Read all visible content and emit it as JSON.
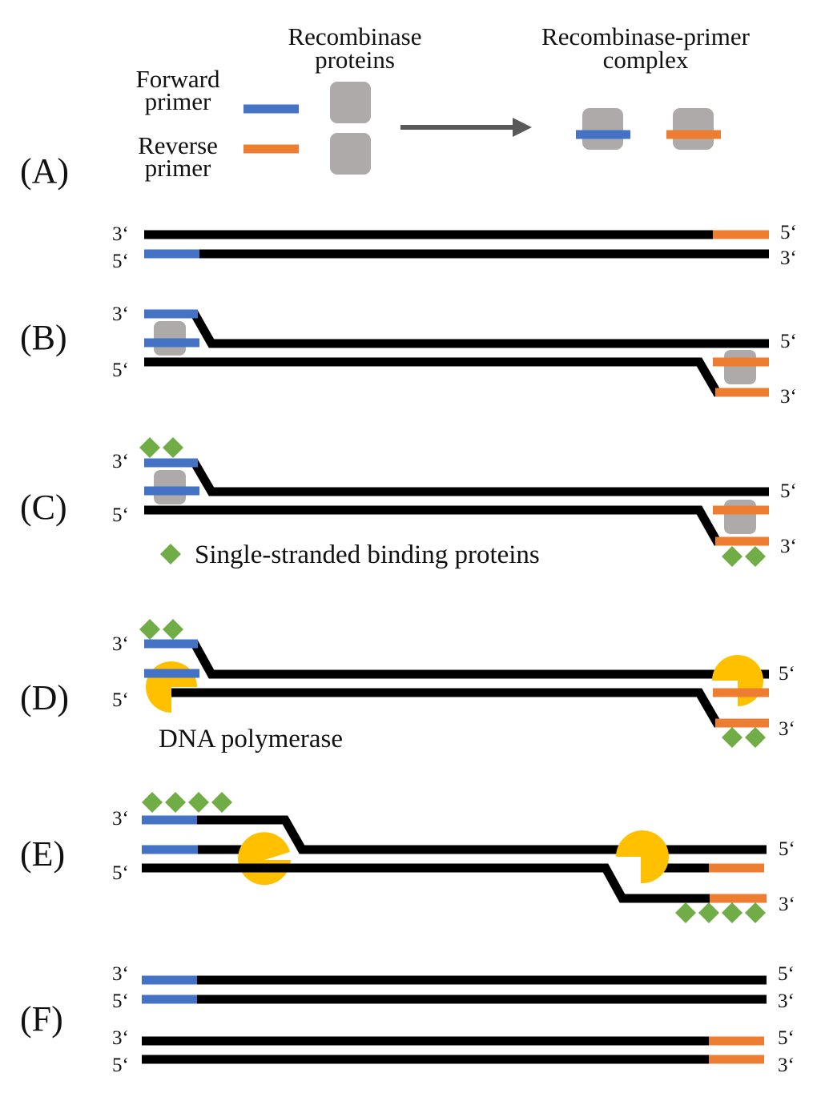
{
  "colors": {
    "strand": "#000000",
    "forward_primer": "#4472C4",
    "reverse_primer": "#ED7D31",
    "recombinase": "#AEAAAA",
    "ssb": "#70AD47",
    "polymerase": "#FFC000",
    "arrow": "#595959"
  },
  "legend": {
    "forward_primer": [
      "Forward",
      "primer"
    ],
    "reverse_primer": [
      "Reverse",
      "primer"
    ],
    "recombinase_proteins": [
      "Recombinase",
      "proteins"
    ],
    "recombinase_primer_complex": [
      "Recombinase-primer",
      "complex"
    ]
  },
  "panels": {
    "A": "(A)",
    "B": "(B)",
    "C": "(C)",
    "D": "(D)",
    "E": "(E)",
    "F": "(F)"
  },
  "end_labels": {
    "three_prime": "3‘",
    "five_prime": "5‘"
  },
  "captions": {
    "ssb": "Single-stranded binding proteins",
    "polymerase": "DNA polymerase"
  },
  "icons": [
    "arrow-right-icon",
    "recombinase-protein-icon",
    "ssb-diamond-icon",
    "dna-polymerase-icon"
  ]
}
